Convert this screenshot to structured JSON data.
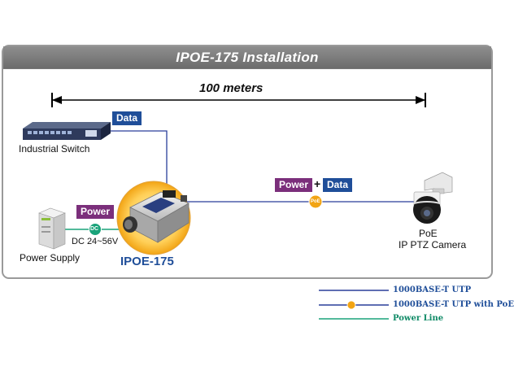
{
  "title": "IPOE-175 Installation",
  "distance_label": "100 meters",
  "devices": {
    "switch": "Industrial Switch",
    "power_supply": "Power Supply",
    "injector": "IPOE-175",
    "camera_line1": "PoE",
    "camera_line2": "IP PTZ Camera"
  },
  "tags": {
    "data_top": "Data",
    "power_left": "Power",
    "power_right": "Power",
    "plus": "+",
    "data_right": "Data"
  },
  "badges": {
    "dc": "DC",
    "poe": "PoE"
  },
  "voltage": "DC 24~56V",
  "legend": [
    {
      "label": "1000BASE-T UTP",
      "color": "#2a3f9a",
      "badge": false
    },
    {
      "label": "1000BASE-T UTP with PoE",
      "color": "#2a3f9a",
      "badge": true
    },
    {
      "label": "Power Line",
      "color": "#1aa37a",
      "badge": false
    }
  ]
}
